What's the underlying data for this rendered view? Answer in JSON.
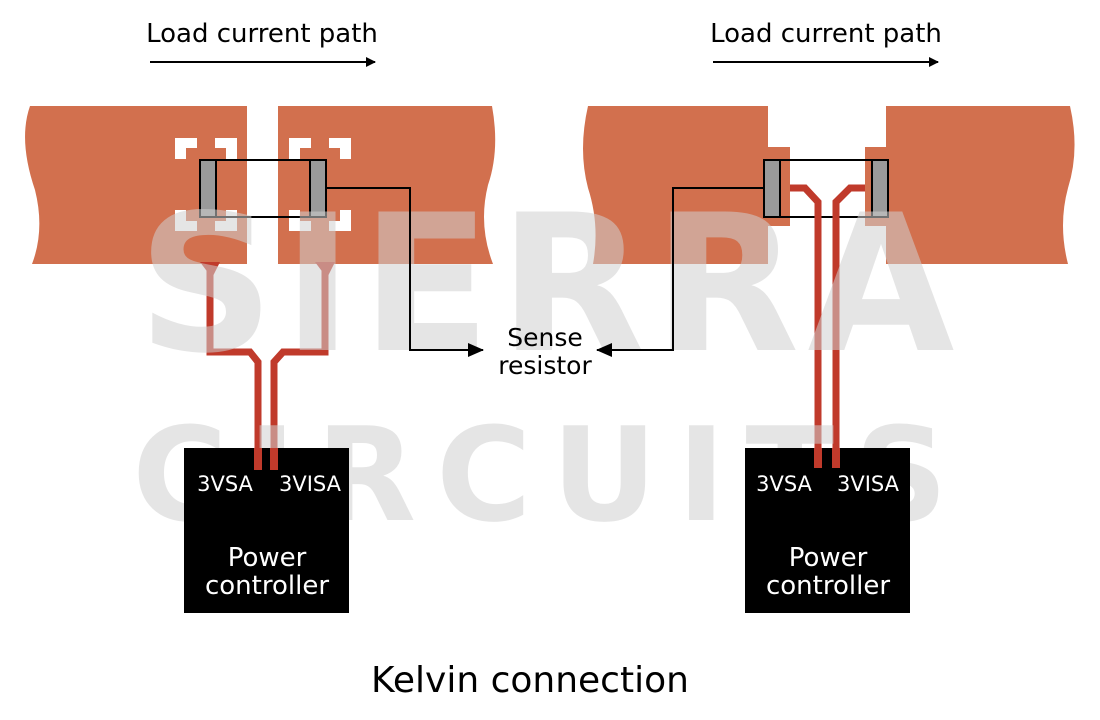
{
  "diagram": {
    "title": "Kelvin connection",
    "watermark": {
      "line1": "SIERRA",
      "line2": "CIRCUITS"
    },
    "center_label": {
      "line1": "Sense",
      "line2": "resistor"
    },
    "colors": {
      "copper": "#d2704e",
      "trace": "#c03a2b",
      "pad": "#9a9a9a",
      "watermark": "#dcdcdc",
      "chip": "#000000"
    },
    "left": {
      "arrow_label": "Load current path",
      "pins": [
        "3VSA",
        "3VISA"
      ],
      "chip_label": {
        "line1": "Power",
        "line2": "controller"
      }
    },
    "right": {
      "arrow_label": "Load current path",
      "pins": [
        "3VSA",
        "3VISA"
      ],
      "chip_label": {
        "line1": "Power",
        "line2": "controller"
      }
    }
  }
}
